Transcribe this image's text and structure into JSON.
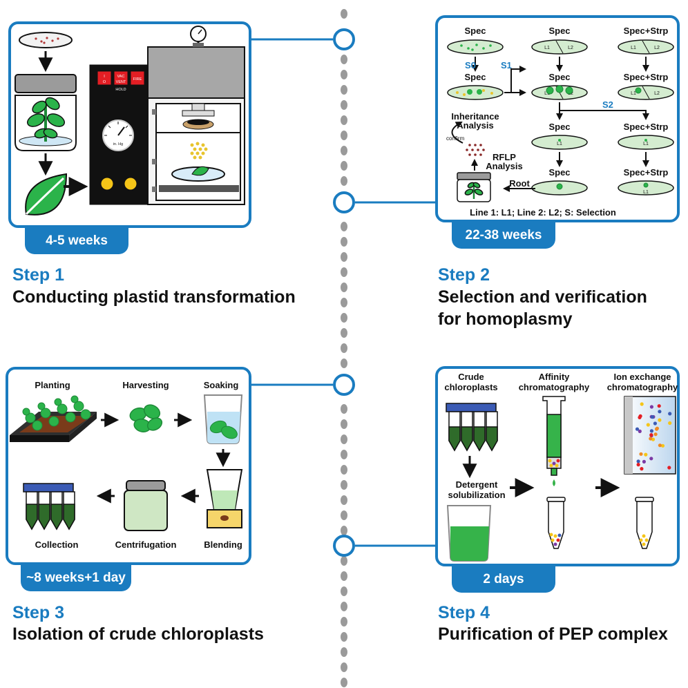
{
  "colors": {
    "accent": "#1a7cc0",
    "leaf": "#2bb34a",
    "dark_leaf": "#1e8a38",
    "media": "#36b34a",
    "dot_gray": "#9a9a9a"
  },
  "step1": {
    "badge": "4-5 weeks",
    "number": "Step 1",
    "title": "Conducting plastid transformation",
    "device": {
      "button1_top": "I",
      "button1_bottom": "O",
      "button2_top": "VAC",
      "button2_bottom": "VENT",
      "button3": "FIRE",
      "hold": "HOLD",
      "gauge_unit": "in. Hg"
    }
  },
  "step2": {
    "badge": "22-38 weeks",
    "number": "Step 2",
    "title_line1": "Selection and verification",
    "title_line2": "for homoplasmy",
    "spec": "Spec",
    "spec_strp": "Spec+Strp",
    "s0": "S0",
    "s1": "S1",
    "s2": "S2",
    "l1": "L1",
    "l2": "L2",
    "inheritance_line1": "Inheritance",
    "inheritance_line2": "Analysis",
    "confirm": "confirm",
    "rflp_line1": "RFLP",
    "rflp_line2": "Analysis",
    "root": "Root",
    "legend": "Line 1: L1;  Line 2: L2; S: Selection"
  },
  "step3": {
    "badge": "~8 weeks+1 day",
    "number": "Step 3",
    "title": "Isolation of crude chloroplasts",
    "planting": "Planting",
    "harvesting": "Harvesting",
    "soaking": "Soaking",
    "blending": "Blending",
    "centrifugation": "Centrifugation",
    "collection": "Collection"
  },
  "step4": {
    "badge": "2 days",
    "number": "Step 4",
    "title": "Purification of PEP complex",
    "crude_line1": "Crude",
    "crude_line2": "chloroplasts",
    "affinity_line1": "Affinity",
    "affinity_line2": "chromatography",
    "ion_line1": "Ion exchange",
    "ion_line2": "chromatography",
    "detergent_line1": "Detergent",
    "detergent_line2": "solubilization"
  }
}
